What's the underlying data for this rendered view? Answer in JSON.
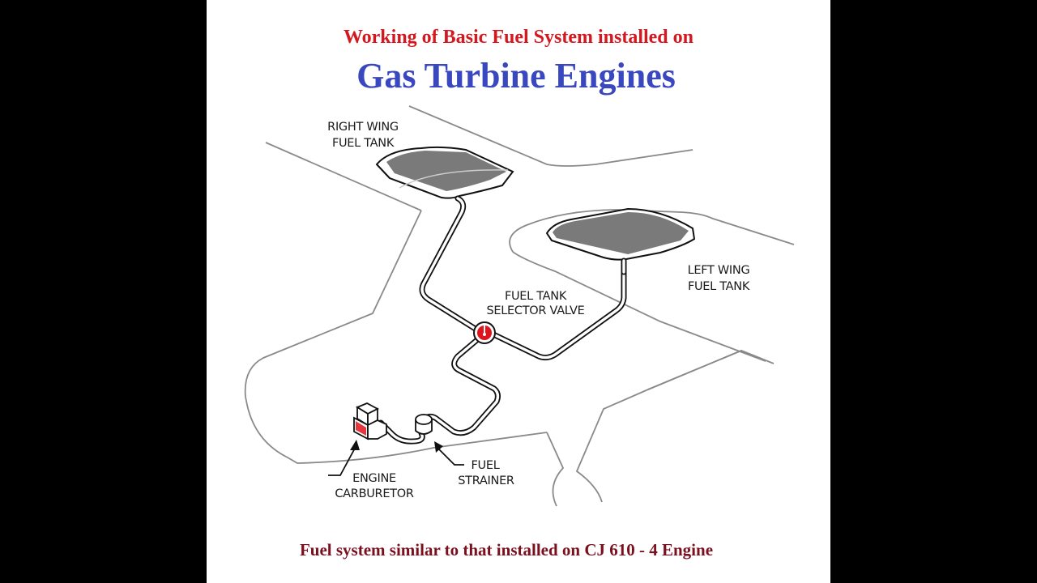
{
  "title": {
    "line1": "Working of Basic Fuel System installed on",
    "line2": "Gas Turbine Engines"
  },
  "caption": "Fuel system similar to that installed on CJ 610 - 4 Engine",
  "colors": {
    "title_line1": "#d4181f",
    "title_line2": "#3a48c0",
    "caption": "#7a0f1e",
    "component_red": "#e0141c",
    "fuel_fill": "#7a7a7a"
  },
  "labels": {
    "right_tank": [
      "RIGHT WING",
      "FUEL TANK"
    ],
    "left_tank": [
      "LEFT WING",
      "FUEL TANK"
    ],
    "selector_valve": [
      "FUEL TANK",
      "SELECTOR VALVE"
    ],
    "carburetor": [
      "ENGINE",
      "CARBURETOR"
    ],
    "strainer": [
      "FUEL",
      "STRAINER"
    ]
  },
  "components": [
    {
      "id": "right-wing-fuel-tank",
      "name": "Right Wing Fuel Tank"
    },
    {
      "id": "left-wing-fuel-tank",
      "name": "Left Wing Fuel Tank"
    },
    {
      "id": "fuel-tank-selector-valve",
      "name": "Fuel Tank Selector Valve"
    },
    {
      "id": "fuel-strainer",
      "name": "Fuel Strainer"
    },
    {
      "id": "engine-carburetor",
      "name": "Engine Carburetor"
    }
  ],
  "connections": [
    {
      "from": "right-wing-fuel-tank",
      "to": "fuel-tank-selector-valve"
    },
    {
      "from": "left-wing-fuel-tank",
      "to": "fuel-tank-selector-valve"
    },
    {
      "from": "fuel-tank-selector-valve",
      "to": "fuel-strainer"
    },
    {
      "from": "fuel-strainer",
      "to": "engine-carburetor"
    }
  ]
}
